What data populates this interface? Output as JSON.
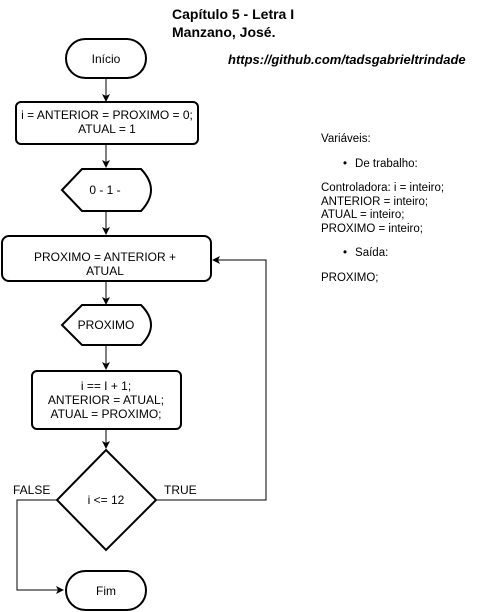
{
  "header": {
    "title_line1": "Capítulo 5 - Letra I",
    "title_line2": "Manzano, José.",
    "link": "https://github.com/tadsgabrieltrindade"
  },
  "flowchart": {
    "start": "Início",
    "init_line1": "i = ANTERIOR = PROXIMO = 0;",
    "init_line2": "ATUAL = 1",
    "display_seq": "0 - 1 -",
    "calc_line1": "PROXIMO = ANTERIOR +",
    "calc_line2": "ATUAL",
    "display_next": "PROXIMO",
    "update_line1": "i == I + 1;",
    "update_line2": "ANTERIOR = ATUAL;",
    "update_line3": "ATUAL = PROXIMO;",
    "decision": "i <= 12",
    "label_false": "FALSE",
    "label_true": "TRUE",
    "end": "Fim"
  },
  "variables": {
    "heading": "Variáveis:",
    "work_bullet": "De trabalho:",
    "controller": "Controladora: i = inteiro;",
    "anterior": "ANTERIOR = inteiro;",
    "atual": "ATUAL = inteiro;",
    "proximo": "PROXIMO = inteiro;",
    "output_bullet": "Saída:",
    "output_value": "PROXIMO;"
  }
}
